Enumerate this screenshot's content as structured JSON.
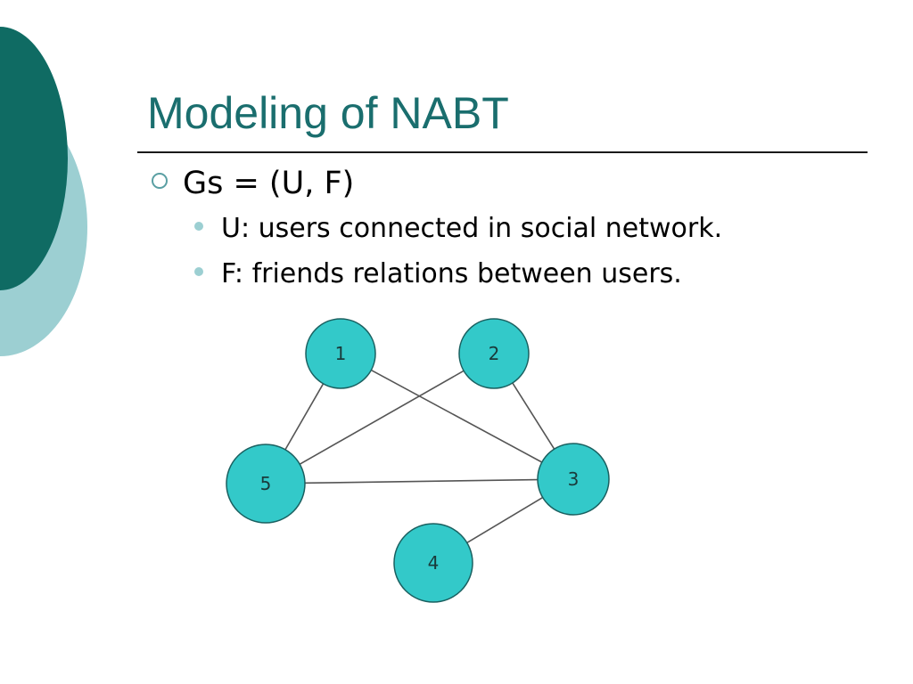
{
  "slide": {
    "title": "Modeling of NABT",
    "bullet_main": "Gs = (U, F)",
    "sub_bullets": [
      "U: users connected in social network.",
      "F: friends relations between users."
    ]
  },
  "colors": {
    "title": "#1a6e6e",
    "deco_dark": "#0f6b63",
    "deco_light": "#9ccfd2",
    "node_fill": "#33c9c9",
    "node_stroke": "#1a6060",
    "edge": "#555555"
  },
  "graph": {
    "nodes": [
      {
        "id": "1",
        "label": "1"
      },
      {
        "id": "2",
        "label": "2"
      },
      {
        "id": "3",
        "label": "3"
      },
      {
        "id": "4",
        "label": "4"
      },
      {
        "id": "5",
        "label": "5"
      }
    ],
    "edges": [
      [
        "1",
        "5"
      ],
      [
        "1",
        "3"
      ],
      [
        "2",
        "5"
      ],
      [
        "2",
        "3"
      ],
      [
        "5",
        "3"
      ],
      [
        "3",
        "4"
      ]
    ]
  }
}
